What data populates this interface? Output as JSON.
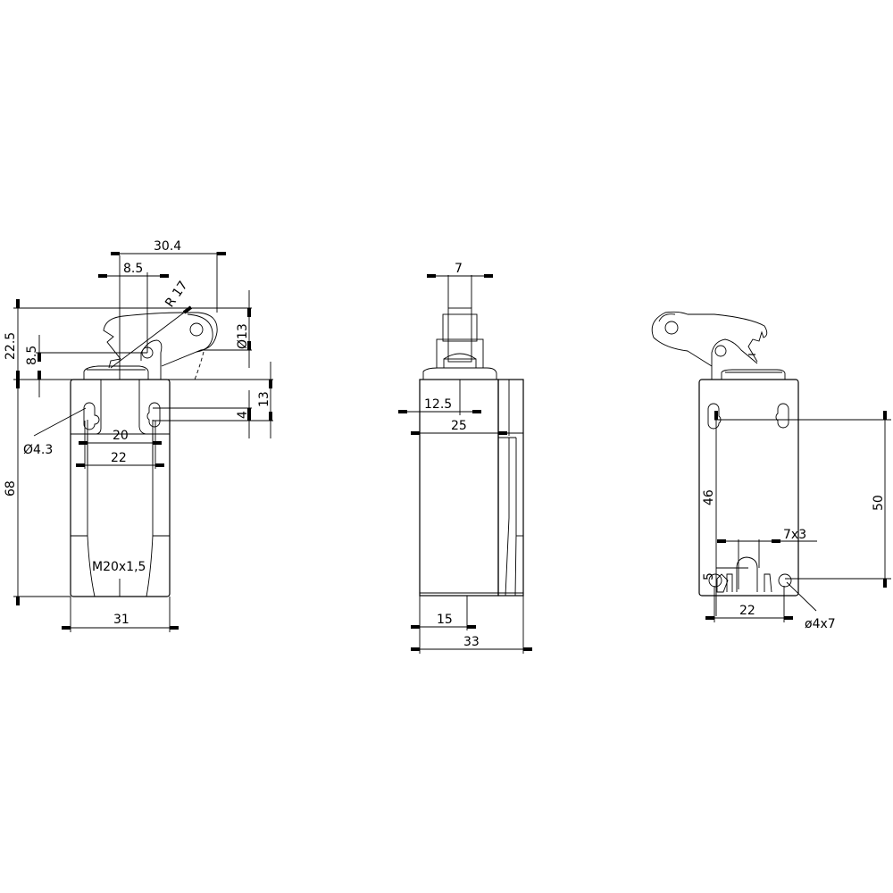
{
  "drawing": {
    "type": "limit switch technical drawing",
    "line_color": "#000000",
    "background": "#ffffff"
  },
  "front_view": {
    "dims": {
      "lever_reach": "30.4",
      "pivot_offset": "8.5",
      "lever_radius": "R 17",
      "roller_dia": "Ø13",
      "height_above_body": "22.5",
      "pivot_height": "8.5",
      "top_to_hole": "13",
      "slot_len": "4",
      "mount_hole_dia": "Ø4.3",
      "inner_hole_spacing": "20",
      "outer_hole_spacing": "22",
      "body_height": "68",
      "thread": "M20x1,5",
      "body_width": "31"
    }
  },
  "side_view": {
    "dims": {
      "roller_width": "7",
      "half_width": "12.5",
      "body_width": "25",
      "base_offset": "15",
      "total_depth": "33"
    }
  },
  "rear_view": {
    "dims": {
      "slot_size": "7x3",
      "hole_vertical": "46",
      "hole_spacing_v": "50",
      "bottom_offset": "5",
      "bottom_hole_spacing": "22",
      "bottom_hole": "ø4x7"
    }
  }
}
